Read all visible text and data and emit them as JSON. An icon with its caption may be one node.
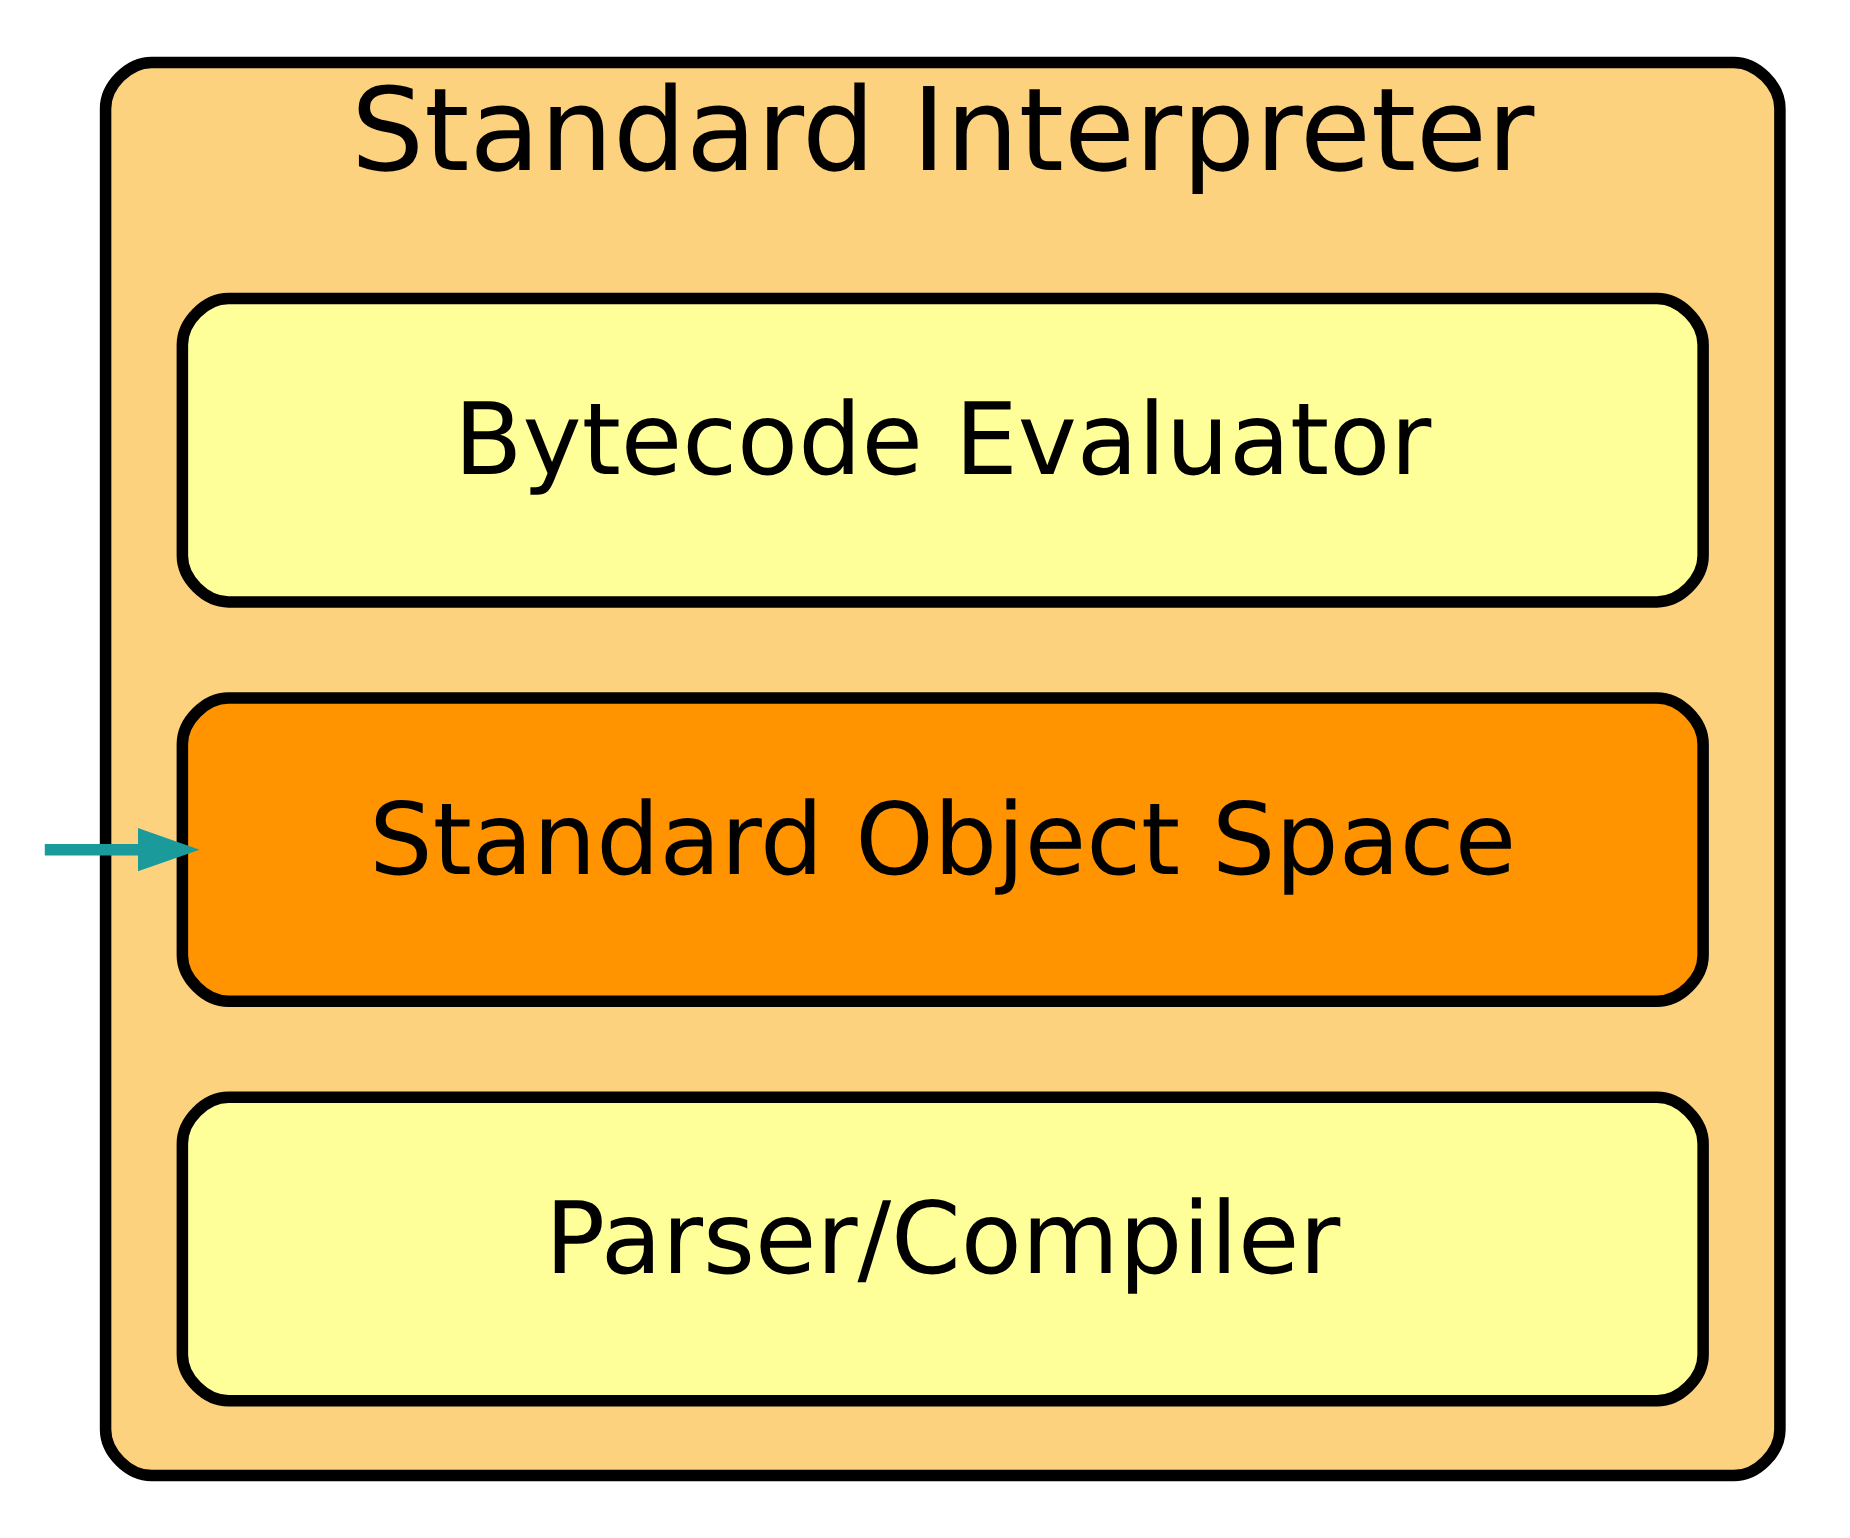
{
  "diagram": {
    "nodes": [
      {
        "text": [
          "Standard Interpreter"
        ]
      },
      {
        "text": [
          "Bytecode Evaluator"
        ],
        "in": 0
      },
      {
        "text": [
          "Standard Object Space"
        ],
        "in": 0
      },
      {
        "text": [
          "Parser/Compiler"
        ],
        "in": 0
      }
    ],
    "edges": [
      {
        "from": null,
        "to": 2,
        "arrow": "to",
        "color": "#1a9a9a"
      }
    ]
  }
}
